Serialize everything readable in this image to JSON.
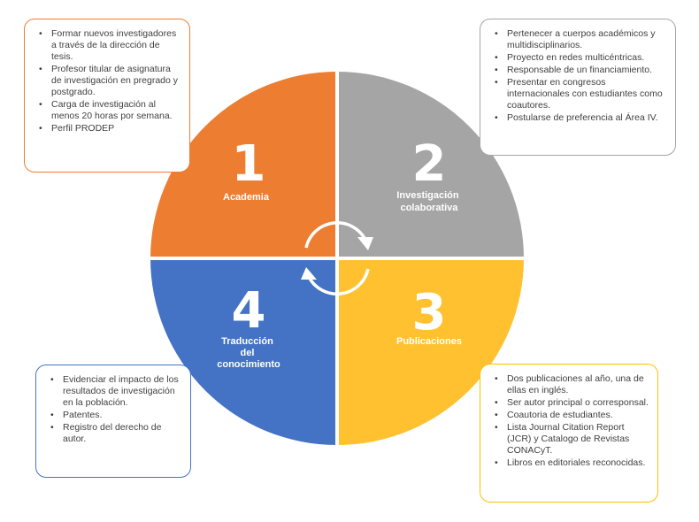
{
  "colors": {
    "academia": "#ED7D31",
    "investigacion": "#A5A5A5",
    "publicaciones": "#FFC12F",
    "traduccion": "#4472C4",
    "card_academia_border": "#ED7D31",
    "card_investigacion_border": "#A5A5A5",
    "card_publicaciones_border": "#FFC000",
    "card_traduccion_border": "#4472C4",
    "divider": "#ffffff"
  },
  "quadrants": {
    "academia": {
      "number": "1",
      "label_lines": [
        "Academia"
      ]
    },
    "investigacion": {
      "number": "2",
      "label_lines": [
        "Investigación",
        "colaborativa"
      ]
    },
    "publicaciones": {
      "number": "3",
      "label_lines": [
        "Publicaciones"
      ]
    },
    "traduccion": {
      "number": "4",
      "label_lines": [
        "Traducción",
        "del",
        "conocimiento"
      ]
    }
  },
  "center_icon": "cycle-arrows-icon",
  "cards": {
    "academia": {
      "items": [
        "Formar nuevos investigadores a través de la dirección de tesis.",
        "Profesor titular de asignatura de investigación en pregrado y postgrado.",
        "Carga de investigación al menos 20 horas por semana.",
        "Perfil PRODEP"
      ]
    },
    "investigacion": {
      "items": [
        "Pertenecer a cuerpos académicos y multidisciplinarios.",
        "Proyecto en redes multicéntricas.",
        "Responsable de un financiamiento.",
        "Presentar en congresos internacionales con estudiantes como coautores.",
        "Postularse de preferencia al Área IV."
      ]
    },
    "publicaciones": {
      "items": [
        "Dos publicaciones al año, una de ellas en inglés.",
        "Ser autor principal o corresponsal.",
        "Coautoria de estudiantes.",
        "Lista Journal Citation Report (JCR) y Catalogo de Revistas CONACyT.",
        "Libros en editoriales reconocidas."
      ]
    },
    "traduccion": {
      "items": [
        "Evidenciar el impacto de los resultados de investigación en la población.",
        "Patentes.",
        "Registro del derecho de autor."
      ]
    }
  }
}
